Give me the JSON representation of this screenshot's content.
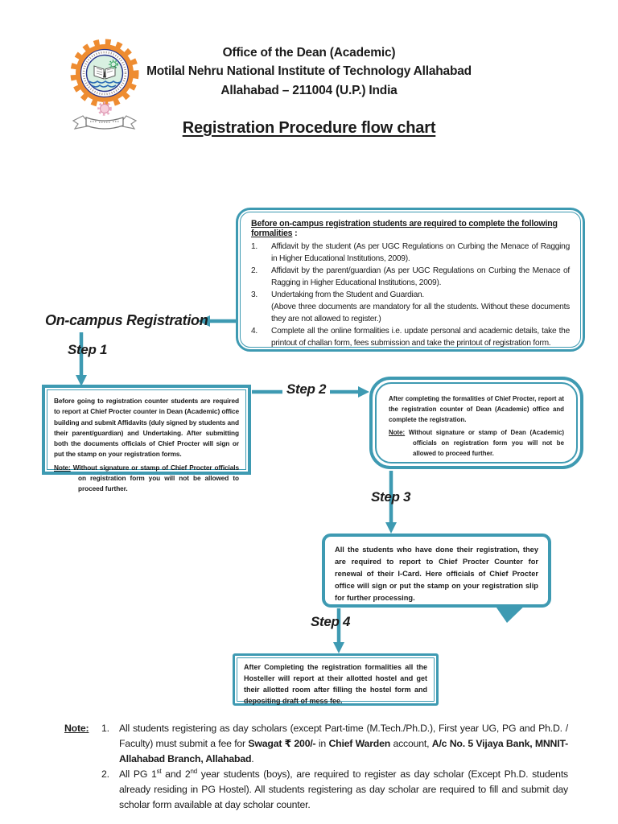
{
  "colors": {
    "teal": "#3e9ab2",
    "ink": "#1b1b1b"
  },
  "header": {
    "line1": "Office of the Dean (Academic)",
    "line2": "Motilal Nehru National Institute of Technology Allahabad",
    "line3": "Allahabad – 211004 (U.P.) India",
    "logo_name": "mnnit-institute-logo"
  },
  "title": "Registration Procedure flow chart",
  "flowchart": {
    "formalities_box": {
      "heading": "Before on-campus registration students are required to complete the following formalities",
      "heading_suffix": " :",
      "items": [
        {
          "num": "1.",
          "text": "Affidavit by the student (As per UGC Regulations on Curbing the Menace of Ragging in Higher Educational Institutions, 2009)."
        },
        {
          "num": "2.",
          "text": "Affidavit by the parent/guardian (As per UGC Regulations on Curbing the Menace of Ragging in Higher Educational Institutions, 2009)."
        },
        {
          "num": "3.",
          "text": "Undertaking from the Student and Guardian."
        },
        {
          "num": "4.",
          "text": "Complete all the online formalities i.e. update personal and academic details, take the printout of challan form, fees submission and take the printout of registration form."
        }
      ],
      "item3_note": "(Above three documents are mandatory for all the students. Without these documents they are not allowed to register.)"
    },
    "oncampus_label": "On-campus Registration",
    "step1": {
      "label": "Step 1",
      "text": "Before going to registration counter students are required to report at Chief Procter counter in Dean (Academic) office building and submit Affidavits (duly signed by students and their parent/guardian) and Undertaking. After submitting both the documents officials of Chief Procter will sign or put the stamp on your registration forms.",
      "note_label": "Note:",
      "note": " Without signature or stamp of Chief Procter officials on registration form you will not be allowed to proceed further."
    },
    "step2": {
      "label": "Step 2",
      "text": "After completing the formalities of Chief Procter, report at the registration counter of Dean (Academic) office and complete the registration.",
      "note_label": "Note:",
      "note": " Without signature or stamp of Dean (Academic) officials on registration form you will not be allowed to proceed further."
    },
    "step3": {
      "label": "Step 3",
      "text": "All the students who have done their registration, they are required to report to Chief Procter Counter for renewal of their I-Card. Here officials of Chief Procter office will sign or put the stamp on your registration slip for further processing."
    },
    "step4": {
      "label": "Step 4",
      "text": "After Completing the registration formalities all the Hosteller will report at their allotted hostel and get their allotted room after filling the hostel form and depositing draft of mess fee."
    }
  },
  "note": {
    "label": "Note:",
    "item1": {
      "num": "1.",
      "p1": "All students registering as day scholars (except Part-time (M.Tech./Ph.D.), First year UG, PG and Ph.D. / Faculty) must submit a fee for ",
      "b1": "Swagat ₹ 200/-",
      "p2": " in ",
      "b2": "Chief Warden",
      "p3": " account, ",
      "b3": "A/c No. 5 Vijaya Bank, MNNIT-Allahabad Branch, Allahabad",
      "p4": "."
    },
    "item2": {
      "num": "2.",
      "p1": "All PG 1",
      "sup1": "st",
      "p2": " and 2",
      "sup2": "nd",
      "p3": " year students (boys), are required to register as day scholar (Except Ph.D. students already residing in PG Hostel). All students registering as day scholar are required to fill and submit day scholar form available at day scholar counter."
    }
  }
}
